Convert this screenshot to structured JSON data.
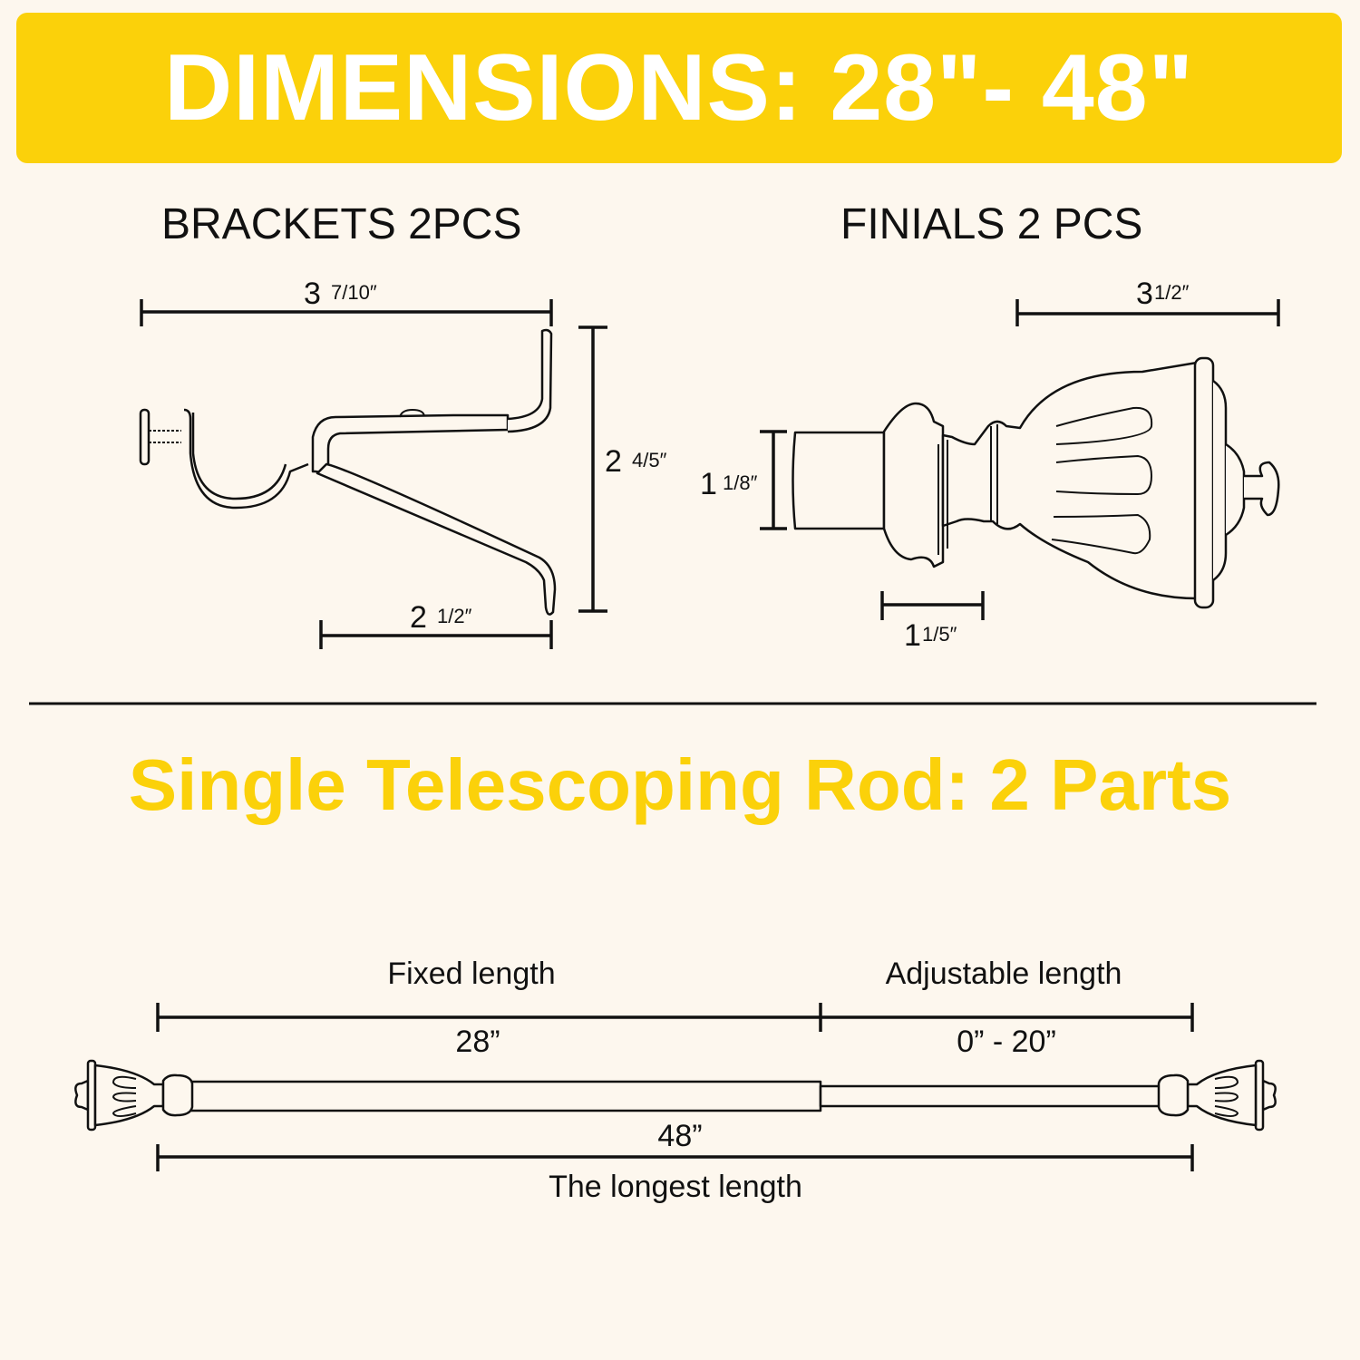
{
  "banner": {
    "title": "DIMENSIONS: 28\"- 48\""
  },
  "brackets": {
    "heading": "BRACKETS 2PCS",
    "width_top": {
      "whole": "3",
      "fraction": "7/10″"
    },
    "height": {
      "whole": "2",
      "fraction": "4/5″"
    },
    "width_bottom": {
      "whole": "2",
      "fraction": "1/2″"
    }
  },
  "finials": {
    "heading": "FINIALS 2 PCS",
    "length": {
      "whole": "3",
      "fraction": "1/2″"
    },
    "diameter": {
      "whole": "1",
      "fraction": "1/8″"
    },
    "socket": {
      "whole": "1",
      "fraction": "1/5″"
    }
  },
  "rod": {
    "subtitle": "Single Telescoping Rod: 2 Parts",
    "fixed_label": "Fixed length",
    "fixed_value": "28”",
    "adjustable_label": "Adjustable length",
    "adjustable_value": "0” - 20”",
    "total_value": "48”",
    "total_label": "The longest length"
  },
  "colors": {
    "accent": "#fbd10a",
    "background": "#fdf7ee",
    "line": "#111111"
  }
}
